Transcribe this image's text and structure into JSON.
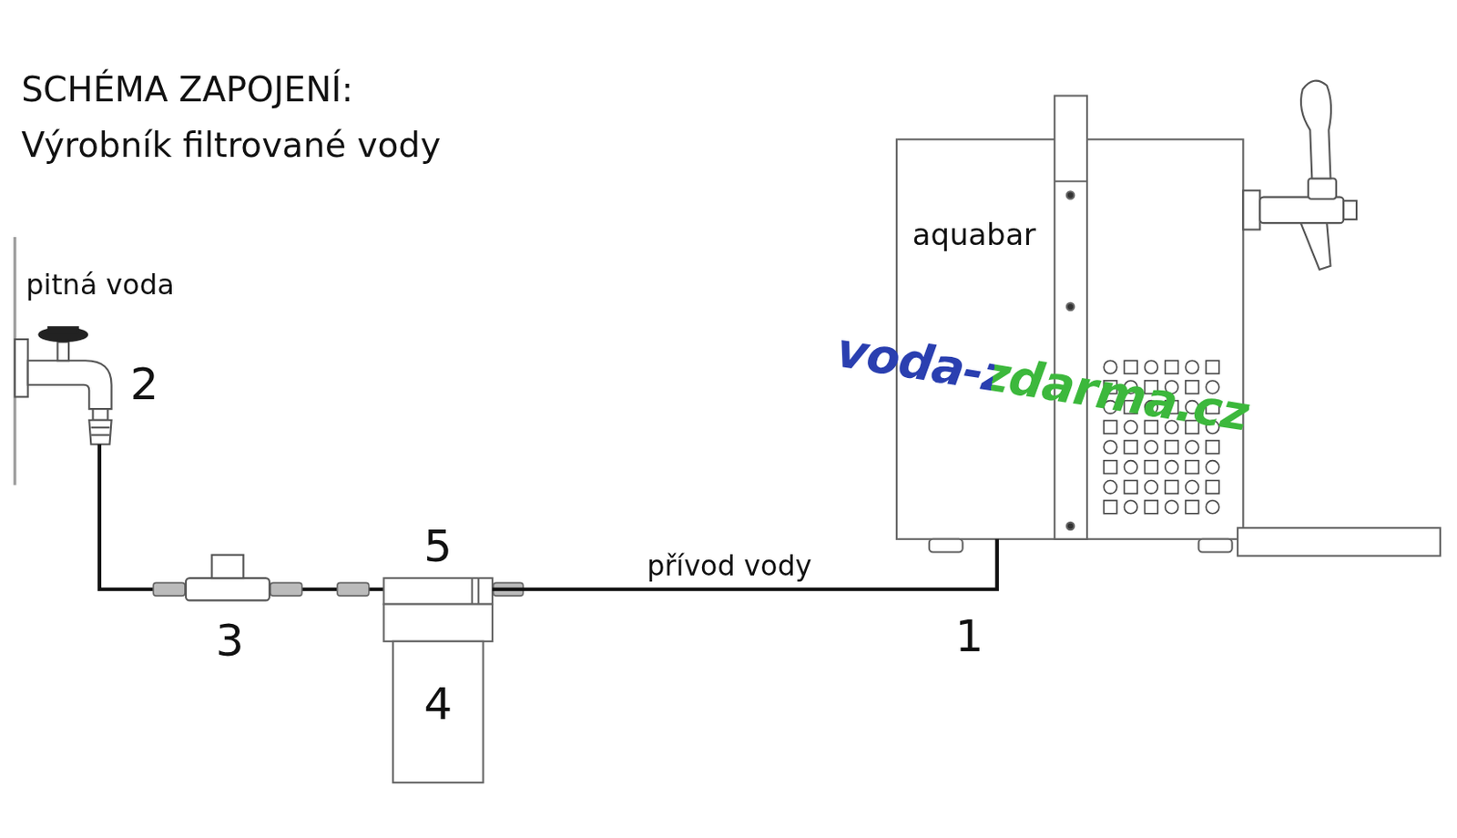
{
  "diagram": {
    "title": "SCHÉMA ZAPOJENÍ:",
    "nodes": [
      {
        "text": [
          "aquabar"
        ]
      },
      {
        "text": [
          "4"
        ]
      }
    ],
    "edges": [
      {
        "from": 1,
        "to": 0,
        "arrow": "none",
        "label": "přívod vody"
      }
    ],
    "labels": [
      "Výrobník filtrované vody",
      "pitná voda",
      "2",
      "3",
      "5",
      "1",
      "voda-zdarma.cz"
    ]
  }
}
